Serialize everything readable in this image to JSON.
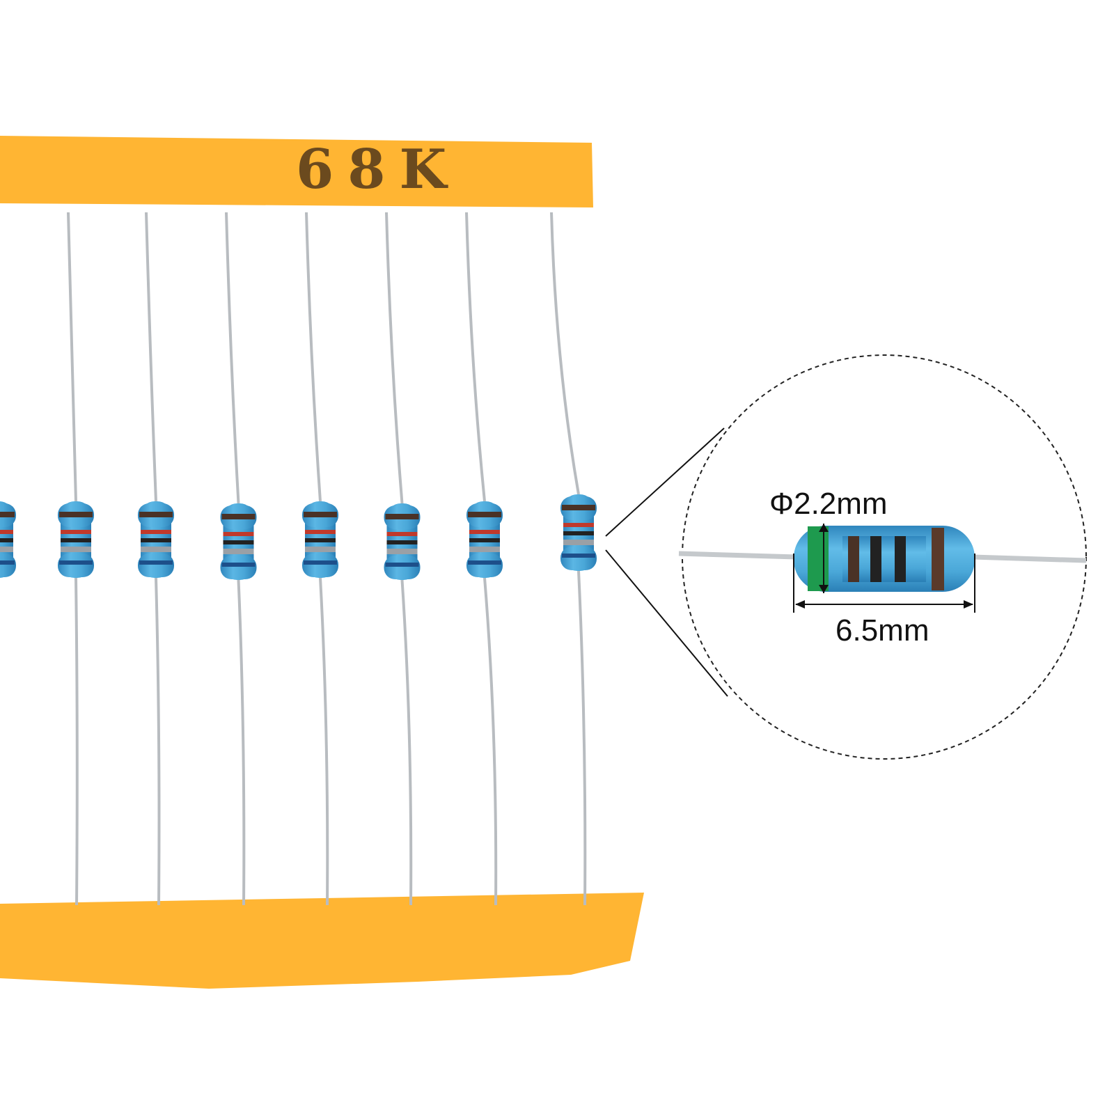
{
  "tape": {
    "label": "68K",
    "color": "#ffb533"
  },
  "resistor": {
    "body_color": "#48a6d8",
    "band_colors": [
      "#5a3a2a",
      "#2a2a2a",
      "#d83030",
      "#2a2a2a",
      "#8a8f96"
    ],
    "tolerance_band_color": "#1e9a4e",
    "lead_color": "#b8bcc0"
  },
  "magnifier": {
    "diameter_label": "Φ2.2mm",
    "length_label": "6.5mm"
  }
}
